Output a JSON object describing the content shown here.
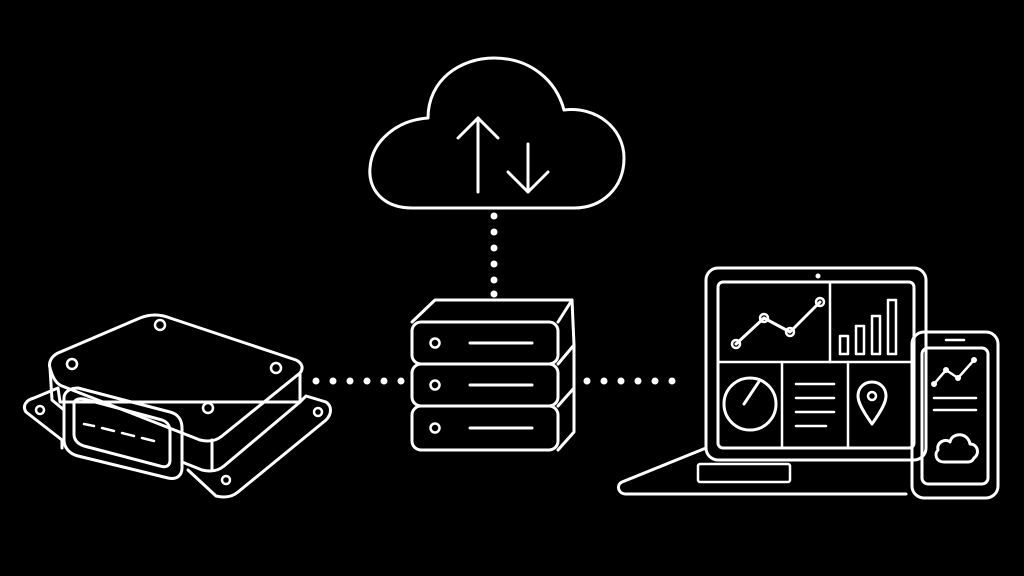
{
  "diagram": {
    "nodes": [
      {
        "id": "cloud",
        "icon": "cloud-upload-download-icon"
      },
      {
        "id": "server",
        "icon": "server-stack-icon"
      },
      {
        "id": "device",
        "icon": "telematics-device-icon"
      },
      {
        "id": "laptop",
        "icon": "laptop-dashboard-icon"
      },
      {
        "id": "phone",
        "icon": "smartphone-app-icon"
      }
    ],
    "connections": [
      {
        "from": "cloud",
        "to": "server",
        "style": "dotted"
      },
      {
        "from": "device",
        "to": "server",
        "style": "dotted"
      },
      {
        "from": "server",
        "to": "laptop",
        "style": "dotted"
      }
    ]
  },
  "colors": {
    "background": "#000000",
    "stroke": "#ffffff"
  }
}
